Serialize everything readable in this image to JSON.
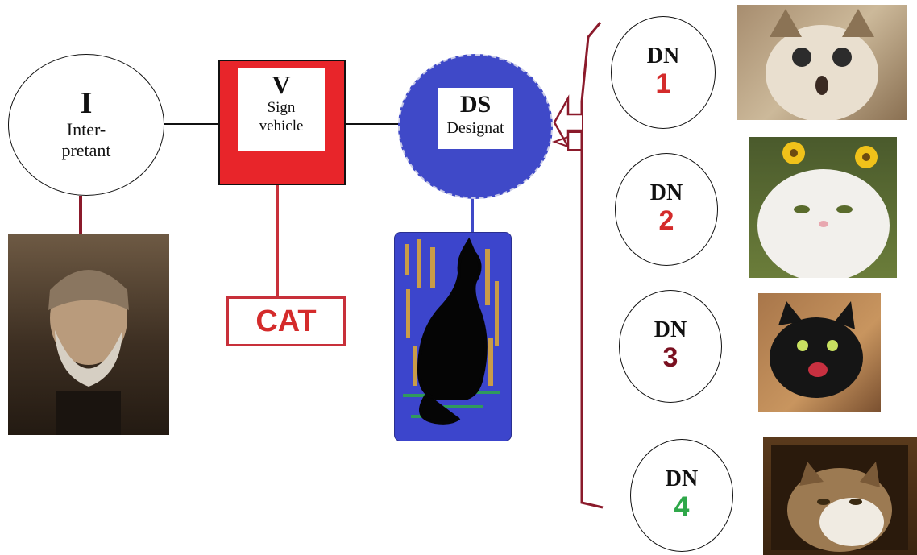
{
  "interpretant": {
    "letter": "I",
    "line1": "Inter-",
    "line2": "pretant"
  },
  "vehicle": {
    "letter": "V",
    "line1": "Sign",
    "line2": "vehicle"
  },
  "word": {
    "text": "CAT"
  },
  "designat": {
    "letter": "DS",
    "line1": "Designat"
  },
  "denotata": [
    {
      "label": "DN",
      "number": "1",
      "color": "#d42b2b"
    },
    {
      "label": "DN",
      "number": "2",
      "color": "#d42b2b"
    },
    {
      "label": "DN",
      "number": "3",
      "color": "#7a1020"
    },
    {
      "label": "DN",
      "number": "4",
      "color": "#2fa84a"
    }
  ],
  "colors": {
    "vehicle_red": "#e8252a",
    "designat_blue": "#3f49c8",
    "connector_maroon": "#8b1a2b",
    "cat_box_border": "#c8303a",
    "cat_text": "#d42b2b"
  }
}
